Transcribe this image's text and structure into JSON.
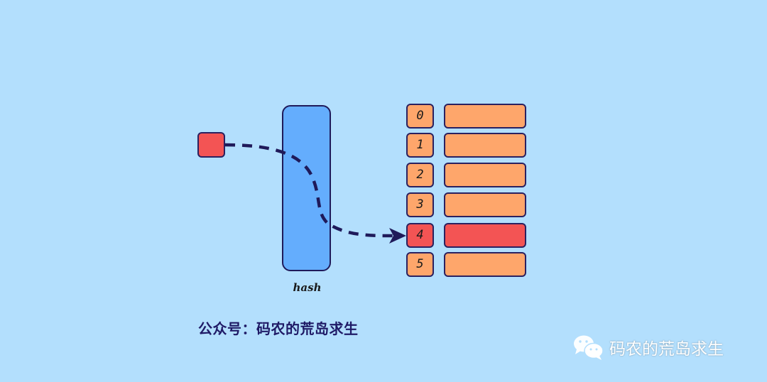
{
  "diagram": {
    "hash_label": "hash",
    "buckets": [
      {
        "index": "0",
        "highlighted": false
      },
      {
        "index": "1",
        "highlighted": false
      },
      {
        "index": "2",
        "highlighted": false
      },
      {
        "index": "3",
        "highlighted": false
      },
      {
        "index": "4",
        "highlighted": true
      },
      {
        "index": "5",
        "highlighted": false
      }
    ],
    "colors": {
      "background": "#b3dffd",
      "key": "#f35454",
      "hash": "#64adfd",
      "bucket": "#fea66b",
      "highlight": "#f35454",
      "stroke": "#1f1a5a"
    }
  },
  "caption": "公众号：码农的荒岛求生",
  "watermark": {
    "icon": "wechat-icon",
    "text": "码农的荒岛求生"
  }
}
